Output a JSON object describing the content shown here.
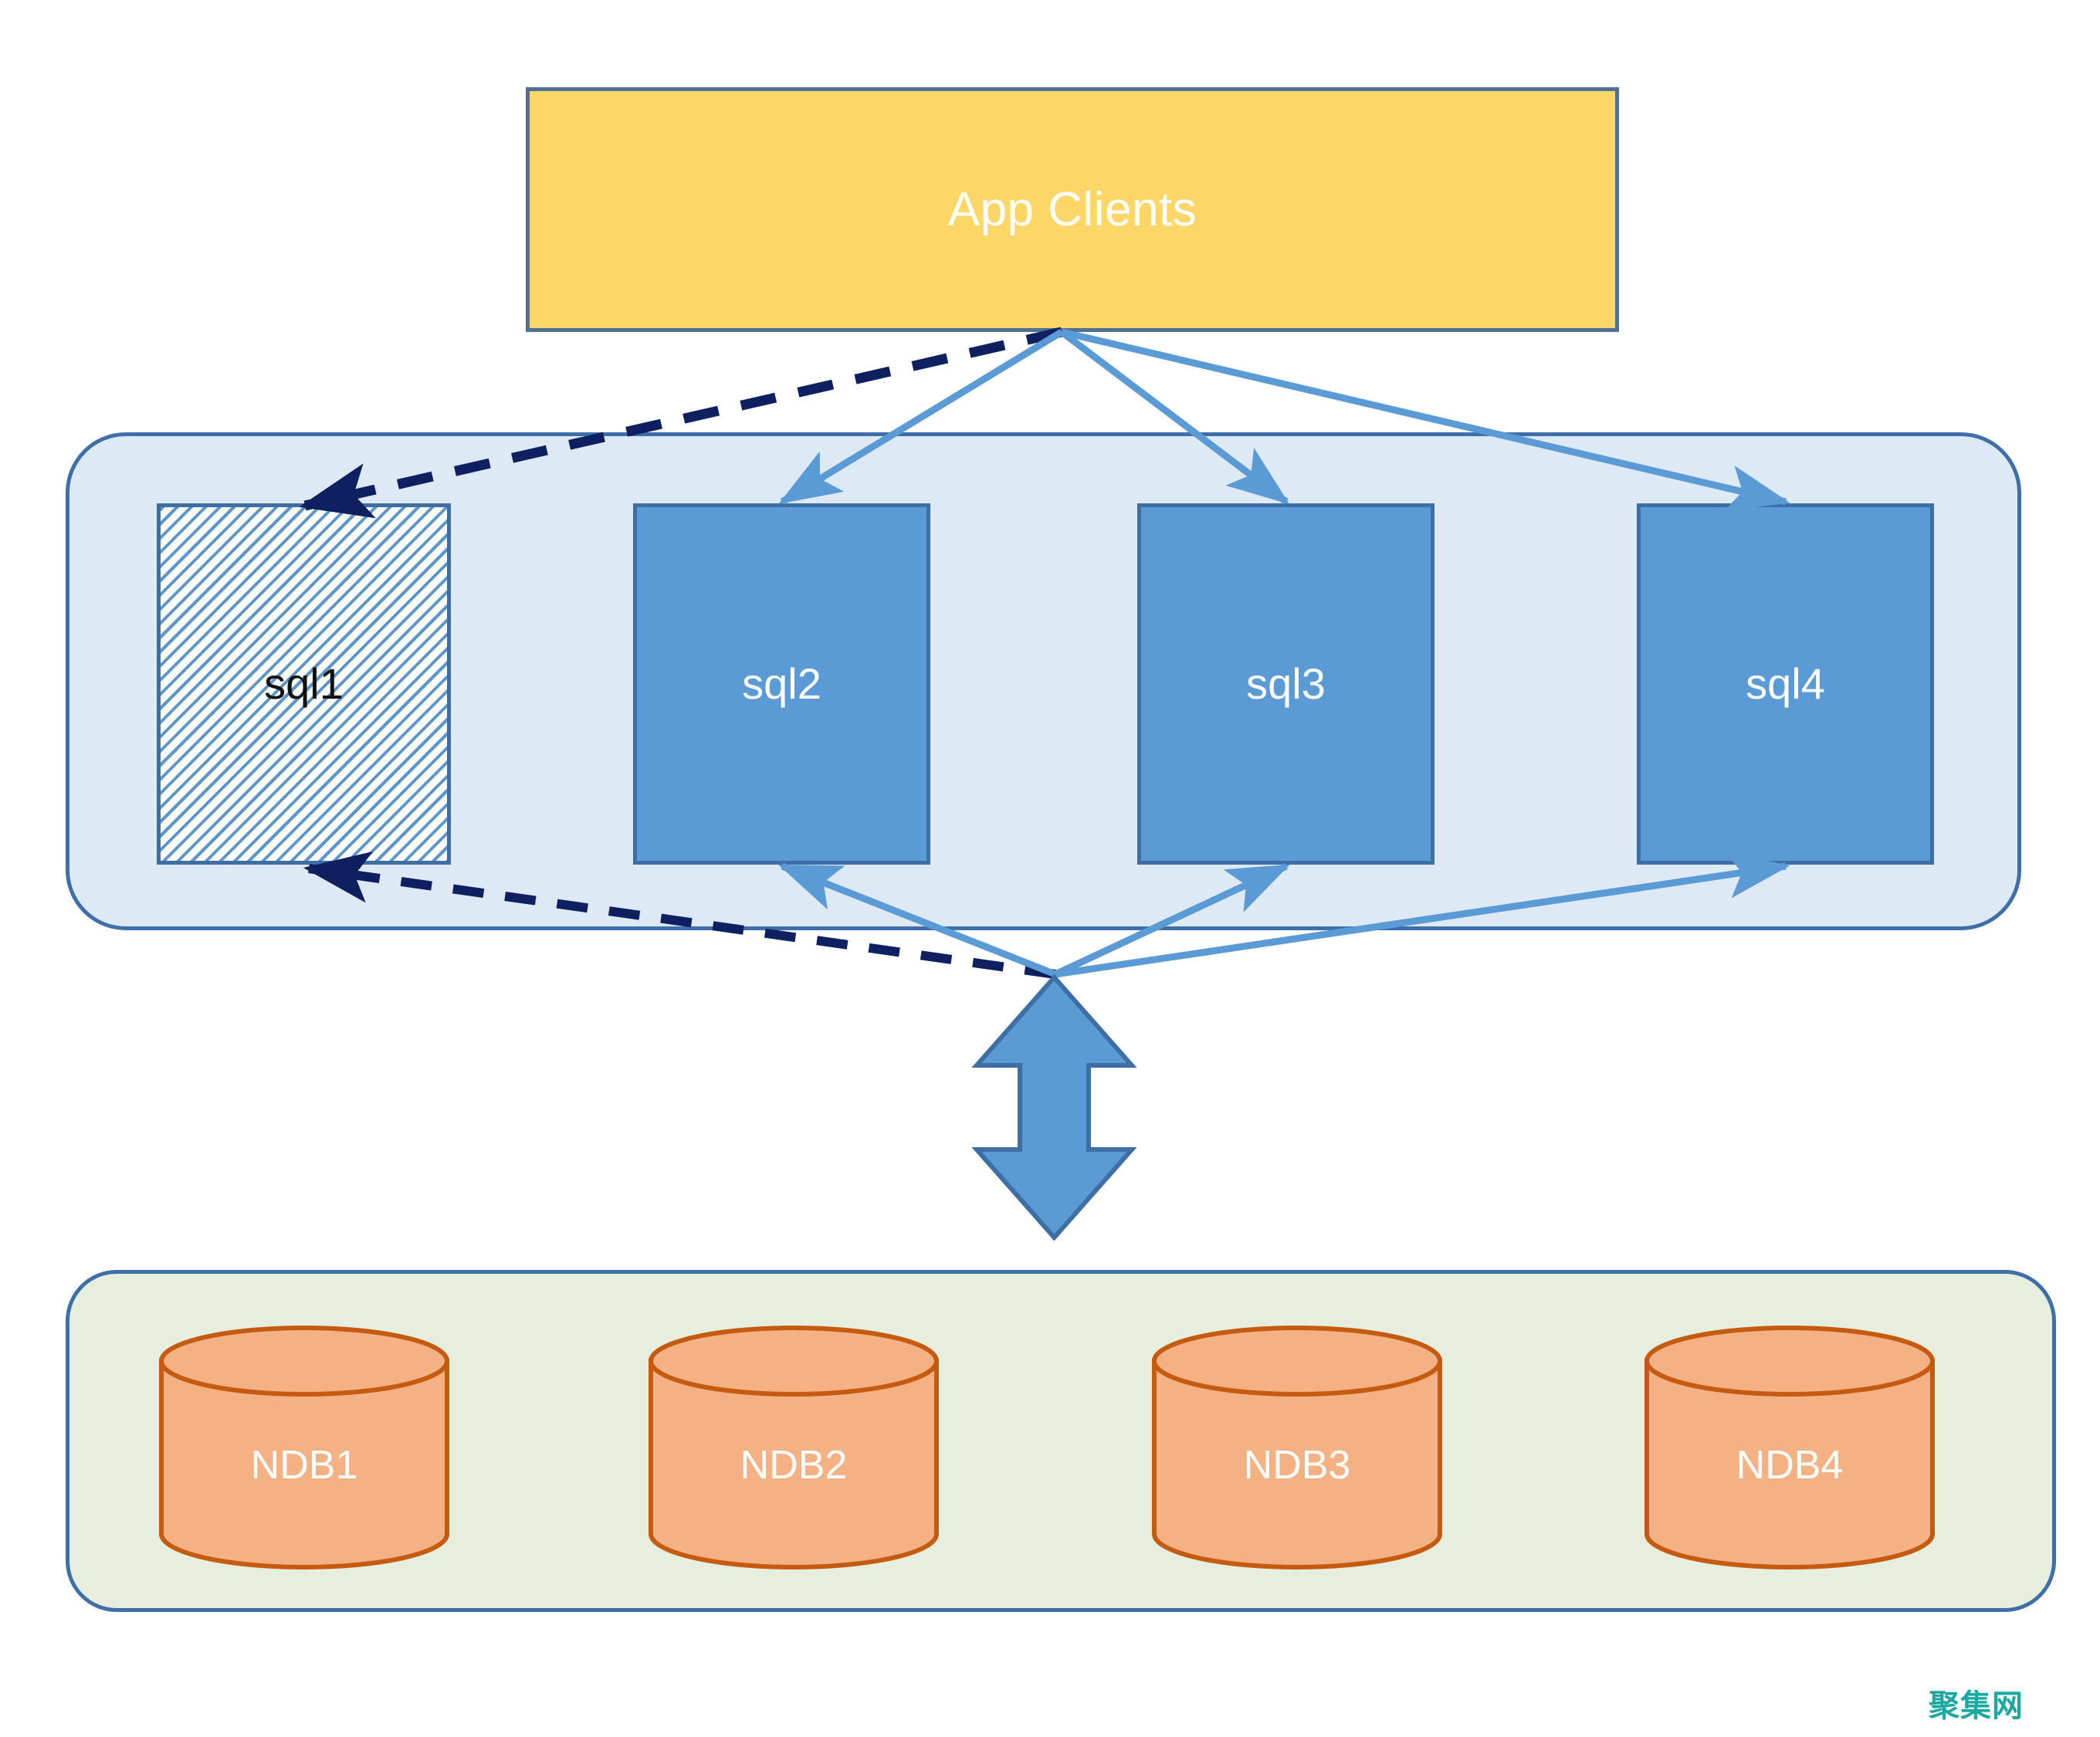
{
  "diagram": {
    "title": "MySQL Cluster App Clients / SQL nodes / NDB data nodes",
    "watermark": "聚集网",
    "colors": {
      "app_clients_fill": "#FCD666",
      "app_clients_border": "#4E7195",
      "sql_layer_fill": "#DEE9F6",
      "sql_layer_border": "#3F6FA8",
      "sql_node_fill": "#5B9BD5",
      "sql_node_border": "#3E6FA4",
      "sql_node_hatch": "#5E96C8",
      "ndb_layer_fill": "#E6EFDE",
      "ndb_layer_border": "#3F6FA8",
      "ndb_fill": "#F4B183",
      "ndb_border": "#C55A11",
      "solid_connector": "#5B9BD5",
      "dashed_connector": "#0E2060",
      "watermark_color": "#1BA8A0"
    }
  },
  "app_clients": {
    "label": "App Clients"
  },
  "sql_layer": {
    "nodes": [
      {
        "id": "sql1",
        "label": "sql1",
        "style": "hatched"
      },
      {
        "id": "sql2",
        "label": "sql2",
        "style": "solid"
      },
      {
        "id": "sql3",
        "label": "sql3",
        "style": "solid"
      },
      {
        "id": "sql4",
        "label": "sql4",
        "style": "solid"
      }
    ]
  },
  "ndb_layer": {
    "nodes": [
      {
        "id": "ndb1",
        "label": "NDB1"
      },
      {
        "id": "ndb2",
        "label": "NDB2"
      },
      {
        "id": "ndb3",
        "label": "NDB3"
      },
      {
        "id": "ndb4",
        "label": "NDB4"
      }
    ]
  },
  "connectors": {
    "from_clients_solid": [
      {
        "to": "sql2",
        "style": "solid"
      },
      {
        "to": "sql3",
        "style": "solid"
      },
      {
        "to": "sql4",
        "style": "solid"
      }
    ],
    "from_clients_dashed": [
      {
        "to": "sql1",
        "style": "dashed"
      }
    ],
    "from_storage_solid": [
      {
        "to": "sql2",
        "style": "solid"
      },
      {
        "to": "sql3",
        "style": "solid"
      },
      {
        "to": "sql4",
        "style": "solid"
      }
    ],
    "from_storage_dashed": [
      {
        "to": "sql1",
        "style": "dashed"
      }
    ],
    "sync": {
      "style": "double-headed",
      "direction": "vertical"
    }
  }
}
